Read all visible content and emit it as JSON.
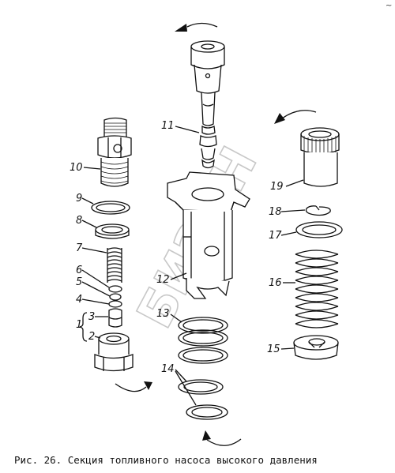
{
  "caption": "Рис. 26. Секция топливного насоса высокого давления",
  "watermark": "БИЗОН",
  "corner_mark": "~",
  "part_labels": {
    "p1": "1",
    "p2": "2",
    "p3": "3",
    "p4": "4",
    "p5": "5",
    "p6": "6",
    "p7": "7",
    "p8": "8",
    "p9": "9",
    "p10": "10",
    "p11": "11",
    "p12": "12",
    "p13": "13",
    "p14": "14",
    "p15": "15",
    "p16": "16",
    "p17": "17",
    "p18": "18",
    "p19": "19"
  }
}
